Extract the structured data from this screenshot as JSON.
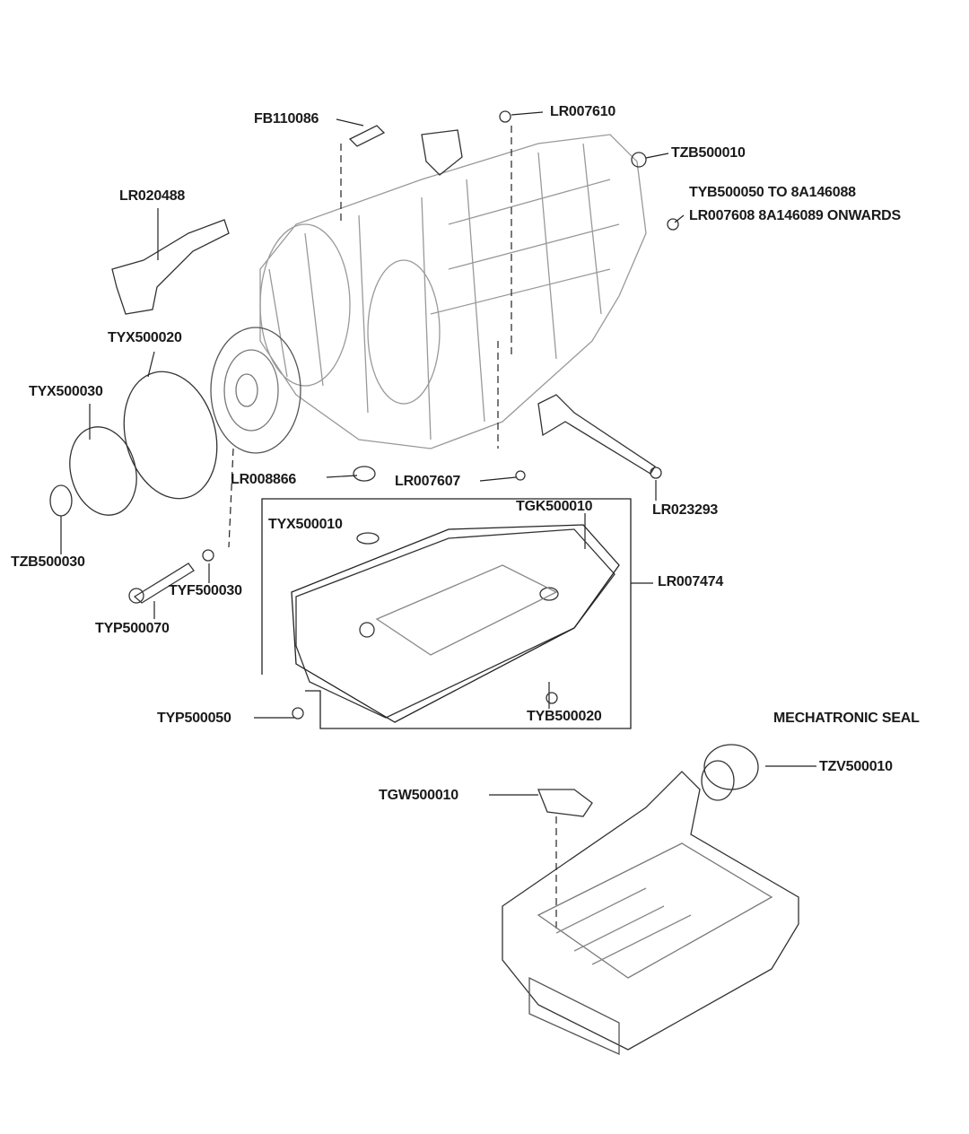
{
  "labels": {
    "fb110086": "FB110086",
    "lr007610": "LR007610",
    "tzb500010": "TZB500010",
    "tyb500050": "TYB500050 TO 8A146088",
    "lr007608": "LR007608 8A146089 ONWARDS",
    "lr020488": "LR020488",
    "tyx500020": "TYX500020",
    "tyx500030": "TYX500030",
    "lr008866": "LR008866",
    "lr007607": "LR007607",
    "lr023293": "LR023293",
    "tzb500030": "TZB500030",
    "tyx500010": "TYX500010",
    "tgk500010": "TGK500010",
    "lr007474": "LR007474",
    "tyf500030": "TYF500030",
    "typ500070": "TYP500070",
    "typ500050": "TYP500050",
    "tyb500020": "TYB500020",
    "mechatronic_seal": "MECHATRONIC SEAL",
    "tzv500010": "TZV500010",
    "tgw500010": "TGW500010"
  }
}
